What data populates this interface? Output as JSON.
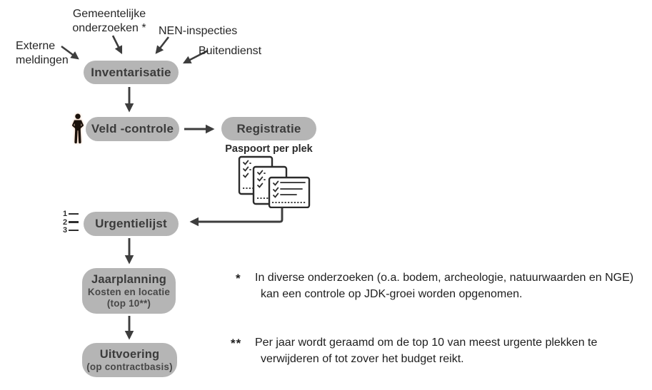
{
  "colors": {
    "pill_bg": "#b5b5b5",
    "pill_text": "#3b3b3b",
    "arrow": "#3d3d3d",
    "label_text": "#262626"
  },
  "sources": {
    "gemeentelijke": "Gemeentelijke\nonderzoeken *",
    "nen": "NEN-inspecties",
    "externe": "Externe\nmeldingen",
    "buitendienst": "Buitendienst"
  },
  "nodes": {
    "inventarisatie": {
      "label": "Inventarisatie"
    },
    "veldcontrole": {
      "label": "Veld -controle"
    },
    "registratie": {
      "label": "Registratie",
      "caption": "Paspoort per plek"
    },
    "urgentielijst": {
      "label": "Urgentielijst"
    },
    "jaarplanning": {
      "label": "Jaarplanning",
      "line2": "Kosten en locatie",
      "line3": "(top 10**)"
    },
    "uitvoering": {
      "label": "Uitvoering",
      "line2": "(op contractbasis)"
    }
  },
  "icons": {
    "person": "person-icon",
    "documents": "checklist-documents-icon",
    "numbered_list": "numbered-list-icon",
    "list_numbers": [
      "1",
      "2",
      "3"
    ]
  },
  "footnotes": {
    "fn1": {
      "marker": "*",
      "line1": "In diverse onderzoeken (o.a. bodem, archeologie, natuurwaarden en NGE)",
      "line2": "kan een controle op JDK-groei worden opgenomen."
    },
    "fn2": {
      "marker": "**",
      "line1": "Per jaar wordt geraamd om de top 10 van meest urgente plekken te",
      "line2": "verwijderen of tot zover het budget reikt."
    }
  }
}
